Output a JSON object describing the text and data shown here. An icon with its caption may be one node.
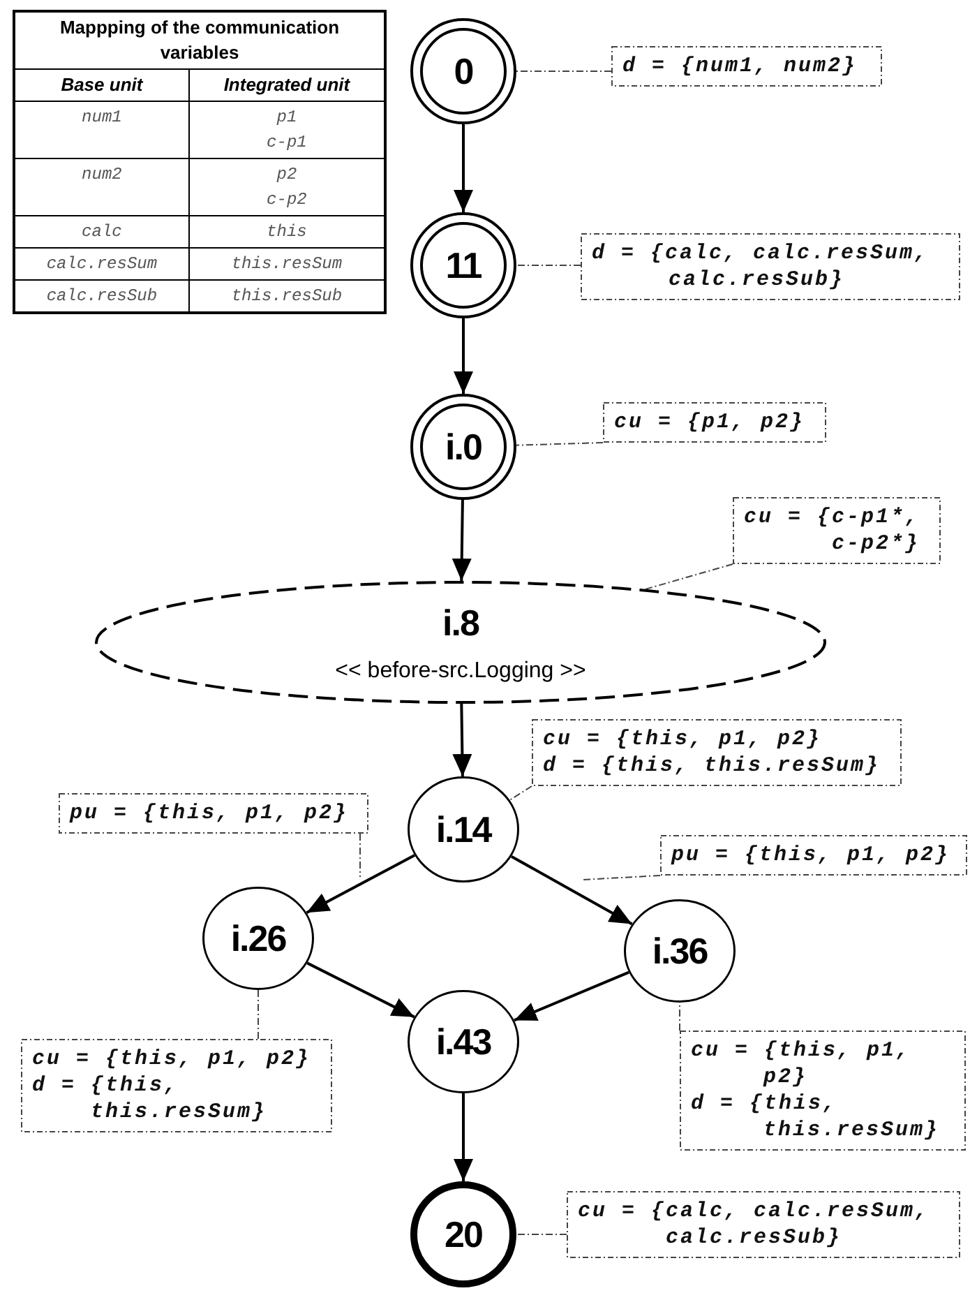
{
  "diagram": {
    "nodes": [
      {
        "text": [
          "0"
        ]
      },
      {
        "text": [
          "11"
        ]
      },
      {
        "text": [
          "i.0"
        ]
      },
      {
        "text": [
          "i.8",
          "<< before-src.Logging >>"
        ]
      },
      {
        "text": [
          "i.14"
        ]
      },
      {
        "text": [
          "i.26"
        ]
      },
      {
        "text": [
          "i.36"
        ]
      },
      {
        "text": [
          "i.43"
        ]
      },
      {
        "text": [
          "20"
        ]
      },
      {
        "text": [
          "d = {num1, num2}"
        ]
      },
      {
        "text": [
          "d = {calc, calc.resSum, calc.resSub}"
        ]
      },
      {
        "text": [
          "cu = {p1, p2}"
        ]
      },
      {
        "text": [
          "cu = {c-p1*, c-p2*}"
        ]
      },
      {
        "text": [
          "cu = {this, p1, p2}",
          "d = {this, this.resSum}"
        ]
      },
      {
        "text": [
          "pu = {this, p1, p2}"
        ]
      },
      {
        "text": [
          "pu = {this, p1, p2}"
        ]
      },
      {
        "text": [
          "cu = {this, p1, p2}",
          "d = {this, this.resSum}"
        ]
      },
      {
        "text": [
          "cu = {this, p1, p2}",
          "d = {this, this.resSum}"
        ]
      },
      {
        "text": [
          "cu = {calc, calc.resSum, calc.resSub}"
        ]
      }
    ],
    "edges": [
      {
        "from": 0,
        "to": 1,
        "arrow": "to"
      },
      {
        "from": 1,
        "to": 2,
        "arrow": "to"
      },
      {
        "from": 2,
        "to": 3,
        "arrow": "to"
      },
      {
        "from": 3,
        "to": 4,
        "arrow": "to"
      },
      {
        "from": 4,
        "to": 5,
        "arrow": "to"
      },
      {
        "from": 4,
        "to": 6,
        "arrow": "to"
      },
      {
        "from": 5,
        "to": 7,
        "arrow": "to"
      },
      {
        "from": 6,
        "to": 7,
        "arrow": "to"
      },
      {
        "from": 7,
        "to": 8,
        "arrow": "to"
      },
      {
        "from": 9,
        "to": 0,
        "arrow": "none",
        "style": "dashed"
      },
      {
        "from": 10,
        "to": 1,
        "arrow": "none",
        "style": "dashed"
      },
      {
        "from": 11,
        "to": 2,
        "arrow": "none",
        "style": "dashed"
      },
      {
        "from": 12,
        "to": 3,
        "arrow": "none",
        "style": "dashed"
      },
      {
        "from": 13,
        "to": 4,
        "arrow": "none",
        "style": "dashed"
      },
      {
        "from": 14,
        "to": null,
        "arrow": "none",
        "style": "dashed"
      },
      {
        "from": 15,
        "to": null,
        "arrow": "none",
        "style": "dashed"
      },
      {
        "from": 16,
        "to": 5,
        "arrow": "none",
        "style": "dashed"
      },
      {
        "from": 17,
        "to": 6,
        "arrow": "none",
        "style": "dashed"
      },
      {
        "from": 18,
        "to": 8,
        "arrow": "none",
        "style": "dashed"
      }
    ],
    "labels": [
      "Mappping of the communication variables",
      "Base unit",
      "Integrated unit",
      "num1",
      "p1",
      "c-p1",
      "num2",
      "p2",
      "c-p2",
      "calc",
      "this",
      "calc.resSum",
      "this.resSum",
      "calc.resSub",
      "this.resSub"
    ]
  }
}
